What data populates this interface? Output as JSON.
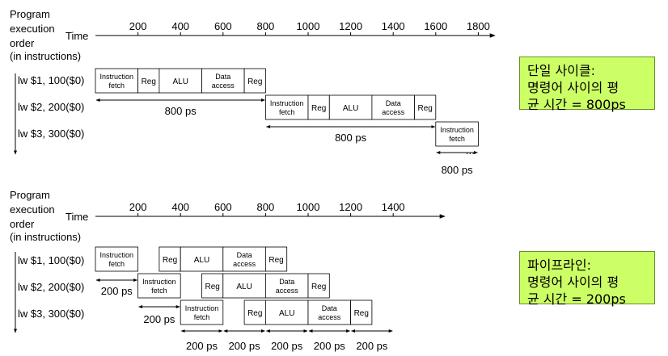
{
  "diagrams": [
    {
      "id": "single",
      "order_label": [
        "Program",
        "execution",
        "order",
        "(in instructions)"
      ],
      "time_label": "Time",
      "ticks": [
        "200",
        "400",
        "600",
        "800",
        "1000",
        "1200",
        "1400",
        "1600",
        "1800"
      ],
      "instructions": [
        "lw  $1, 100($0)",
        "lw  $2, 200($0)",
        "lw  $3, 300($0)"
      ],
      "stage_labels": {
        "fetch": [
          "Instruction",
          "fetch"
        ],
        "reg": "Reg",
        "alu": "ALU",
        "data": [
          "Data",
          "access"
        ]
      },
      "interval_labels": [
        "800 ps",
        "800 ps",
        "800 ps"
      ],
      "continuation": "…",
      "note": [
        "단일 사이클:",
        "명령어 사이의 평",
        "균 시간 = 800ps"
      ]
    },
    {
      "id": "pipeline",
      "order_label": [
        "Program",
        "execution",
        "order",
        "(in instructions)"
      ],
      "time_label": "Time",
      "ticks": [
        "200",
        "400",
        "600",
        "800",
        "1000",
        "1200",
        "1400"
      ],
      "instructions": [
        "lw  $1, 100($0)",
        "lw  $2, 200($0)",
        "lw  $3, 300($0)"
      ],
      "stage_labels": {
        "fetch": [
          "Instruction",
          "fetch"
        ],
        "reg": "Reg",
        "alu": "ALU",
        "data": [
          "Data",
          "access"
        ]
      },
      "interval_labels": [
        "200 ps",
        "200 ps",
        "200 ps",
        "200 ps",
        "200 ps",
        "200 ps",
        "200 ps"
      ],
      "note": [
        "파이프라인:",
        "명령어 사이의 평",
        "균 시간 = 200ps"
      ]
    }
  ]
}
